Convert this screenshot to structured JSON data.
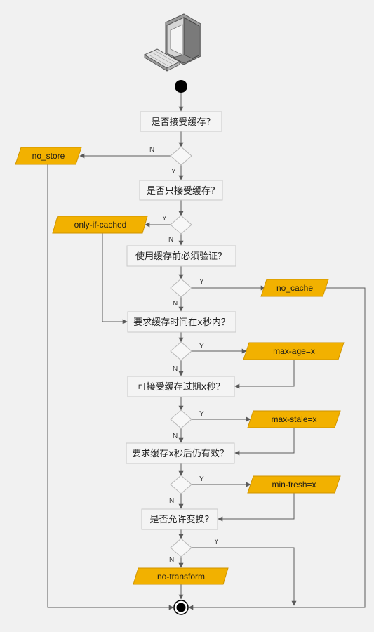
{
  "nodes": {
    "q_accept": "是否接受缓存?",
    "q_only": "是否只接受缓存?",
    "q_validate": "使用缓存前必须验证？",
    "q_time": "要求缓存时间在x秒内？",
    "q_expired": "可接受缓存过期x秒？",
    "q_valid_after": "要求缓存x秒后仍有效？",
    "q_transform": "是否允许变换?",
    "no_store": "no_store",
    "only_if_cached": "only-if-cached",
    "no_cache": "no_cache",
    "max_age": "max-age=x",
    "max_stale": "max-stale=x",
    "min_fresh": "min-fresh=x",
    "no_transform": "no-transform"
  },
  "labels": {
    "yes": "Y",
    "no": "N"
  },
  "colors": {
    "accent": "#f2b100",
    "edge": "#5a5a5a"
  },
  "icons": {
    "top": "computer-icon"
  }
}
